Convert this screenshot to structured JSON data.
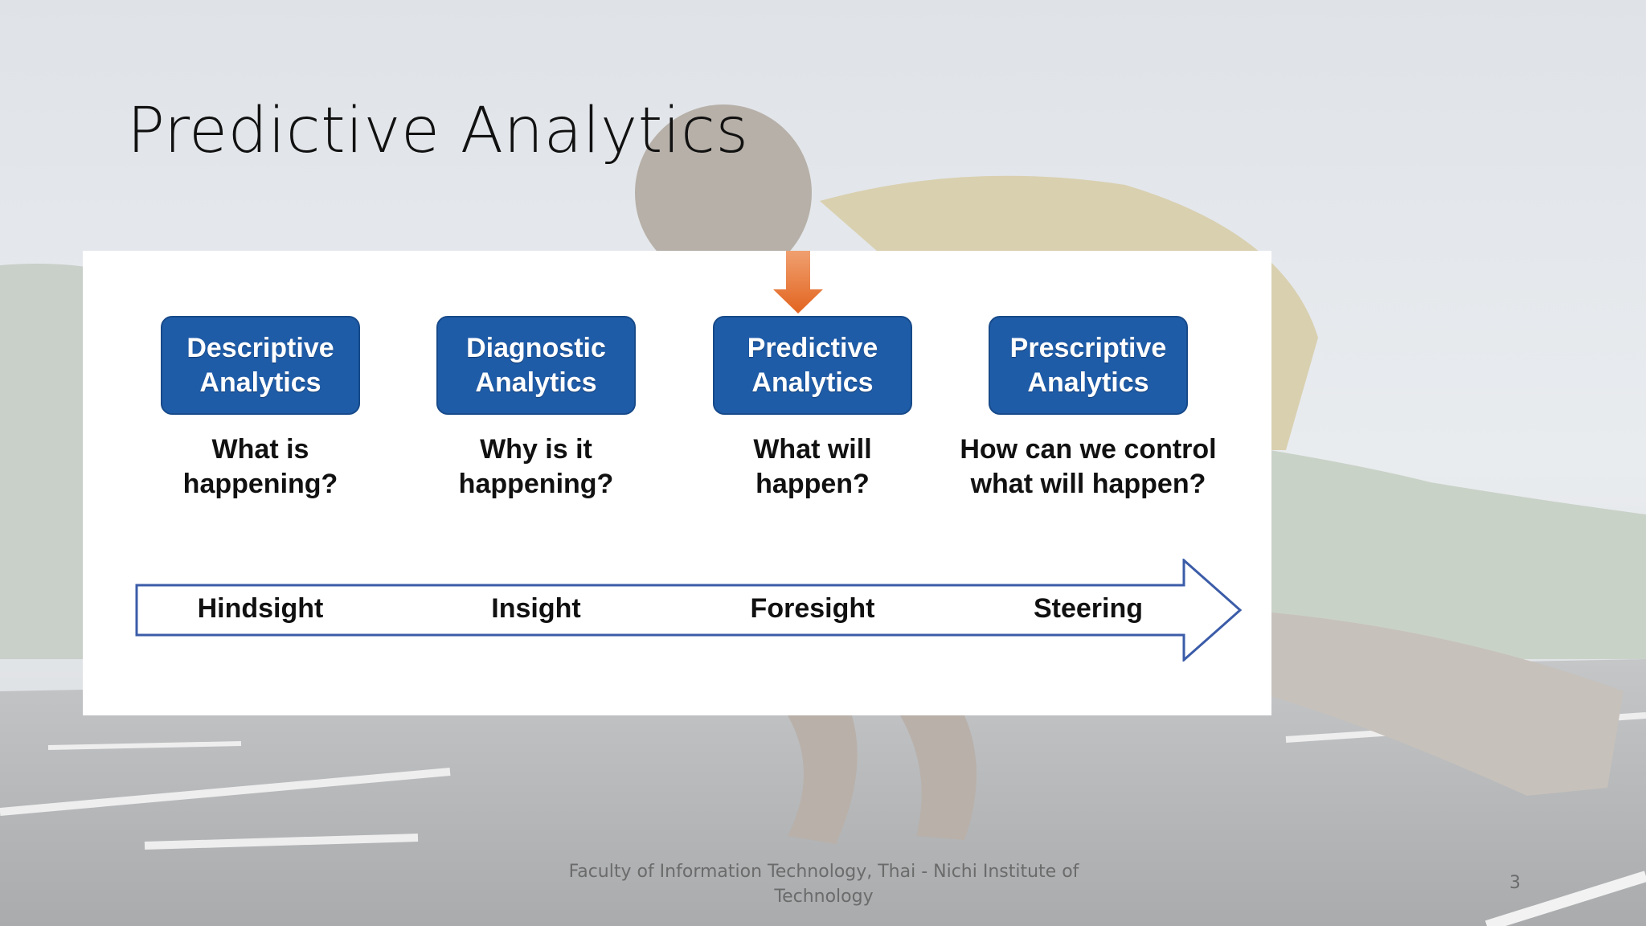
{
  "slide": {
    "title": "Predictive Analytics",
    "footer": "Faculty of Information Technology, Thai - Nichi Institute of Technology",
    "page_number": "3"
  },
  "diagram": {
    "stages": [
      {
        "label": "Descriptive\nAnalytics",
        "question": "What is\nhappening?",
        "timeline": "Hindsight"
      },
      {
        "label": "Diagnostic\nAnalytics",
        "question": "Why is it\nhappening?",
        "timeline": "Insight"
      },
      {
        "label": "Predictive\nAnalytics",
        "question": "What will\nhappen?",
        "timeline": "Foresight"
      },
      {
        "label": "Prescriptive\nAnalytics",
        "question": "How can we control\nwhat will happen?",
        "timeline": "Steering"
      }
    ],
    "highlighted_stage": "Predictive\nAnalytics",
    "colors": {
      "box_fill": "#1f5ca8",
      "arrow_outline": "#3b5ca8",
      "highlight_arrow": "#e8762d"
    }
  }
}
